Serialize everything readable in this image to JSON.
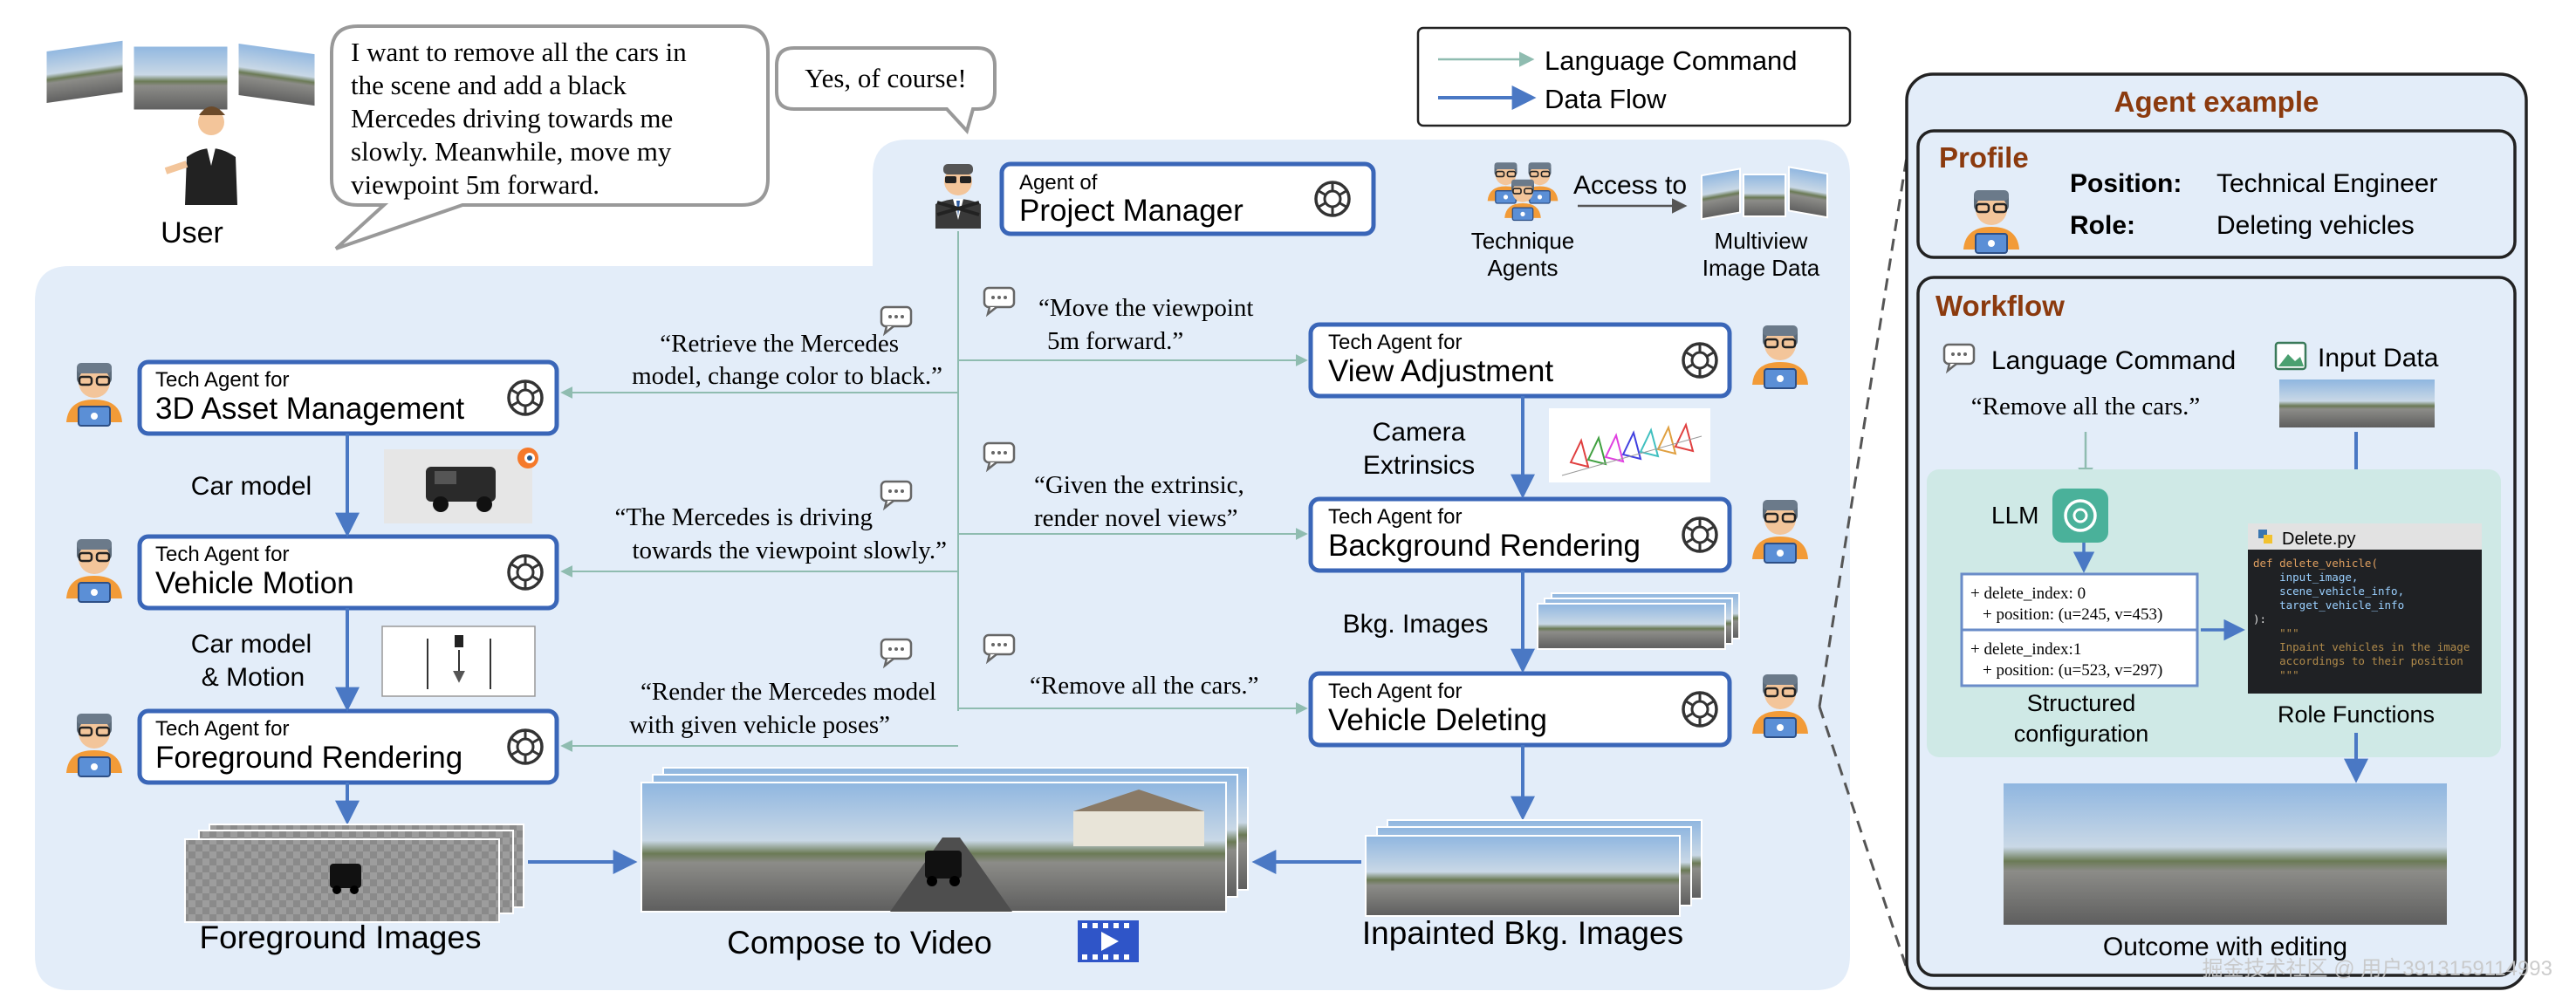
{
  "legend": {
    "language_command": "Language Command",
    "data_flow": "Data Flow"
  },
  "user": {
    "label": "User",
    "speech": [
      "I want to remove all the cars in",
      "the scene and add a black",
      "Mercedes driving towards me",
      "slowly. Meanwhile, move my",
      "viewpoint 5m forward."
    ],
    "reply": "Yes, of course!"
  },
  "manager": {
    "prefix": "Agent of",
    "title": "Project Manager",
    "access_to": "Access to",
    "technique_agents": [
      "Technique",
      "Agents"
    ],
    "multiview": [
      "Multiview",
      "Image Data"
    ]
  },
  "left_agents": [
    {
      "prefix": "Tech Agent for",
      "title": "3D Asset Management"
    },
    {
      "prefix": "Tech Agent for",
      "title": "Vehicle Motion"
    },
    {
      "prefix": "Tech Agent for",
      "title": "Foreground Rendering"
    }
  ],
  "right_agents": [
    {
      "prefix": "Tech Agent for",
      "title": "View Adjustment"
    },
    {
      "prefix": "Tech Agent for",
      "title": "Background Rendering"
    },
    {
      "prefix": "Tech Agent for",
      "title": "Vehicle Deleting"
    }
  ],
  "commands": {
    "asset": [
      "“Retrieve the Mercedes",
      "model, change color to black.”"
    ],
    "motion": [
      "“The Mercedes is driving",
      "towards the viewpoint slowly.”"
    ],
    "foreground": [
      "“Render the Mercedes model",
      "with given vehicle poses”"
    ],
    "view": [
      "“Move the viewpoint",
      "5m forward.”"
    ],
    "background": [
      "“Given the extrinsic,",
      "render novel views”"
    ],
    "deleting": "“Remove all the cars.”"
  },
  "flow_labels": {
    "car_model": "Car model",
    "car_model_motion": [
      "Car model",
      "& Motion"
    ],
    "camera_extrinsics": [
      "Camera",
      "Extrinsics"
    ],
    "bkg_images": "Bkg. Images"
  },
  "outputs": {
    "foreground_images": "Foreground Images",
    "compose": "Compose to Video",
    "inpainted": "Inpainted Bkg. Images"
  },
  "agent_example": {
    "title": "Agent example",
    "profile_title": "Profile",
    "position_key": "Position:",
    "position_value": "Technical Engineer",
    "role_key": "Role:",
    "role_value": "Deleting vehicles",
    "workflow_title": "Workflow",
    "language_command": "Language Command",
    "input_data": "Input Data",
    "command_quote": "“Remove all the cars.”",
    "llm": "LLM",
    "config": [
      {
        "line1": "+ delete_index: 0",
        "line2": "+ position: (u=245, v=453)"
      },
      {
        "line1": "+ delete_index:1",
        "line2": "+ position: (u=523, v=297)"
      }
    ],
    "structured": [
      "Structured",
      "configuration"
    ],
    "file_name": "Delete.py",
    "code": [
      "def delete_vehicle(",
      "    input_image,",
      "    scene_vehicle_info,",
      "    target_vehicle_info",
      "):",
      "    \"\"\"",
      "    Inpaint vehicles in the image",
      "    accordings to their position",
      "    \"\"\""
    ],
    "role_functions": "Role Functions",
    "outcome": "Outcome with editing"
  },
  "watermark": "掘金技术社区 @ 用户3913159114993",
  "colors": {
    "panel": "#e3edf9",
    "box_border": "#3a66b8",
    "data_flow": "#4a78c4",
    "language_command": "#8fbcb0",
    "teal_panel": "#cfe9e6",
    "brown": "#8b3a0e"
  }
}
